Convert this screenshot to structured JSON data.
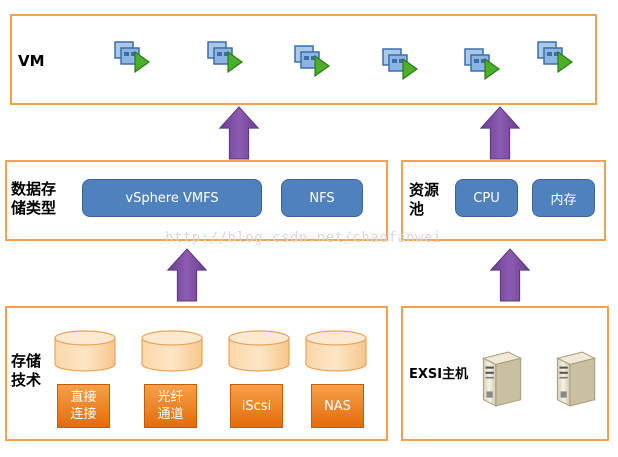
{
  "vm_section": {
    "label": "VM",
    "icons": [
      "vm-icon",
      "vm-icon",
      "vm-icon",
      "vm-icon",
      "vm-icon",
      "vm-icon"
    ]
  },
  "datastore_section": {
    "label_line1": "数据存",
    "label_line2": "储类型",
    "items": [
      "vSphere VMFS",
      "NFS"
    ]
  },
  "resource_section": {
    "label_line1": "资源",
    "label_line2": "池",
    "items": [
      "CPU",
      "内存"
    ]
  },
  "storage_section": {
    "label_line1": "存储",
    "label_line2": "技术",
    "items": [
      {
        "line1": "直接",
        "line2": "连接"
      },
      {
        "line1": "光纤",
        "line2": "通道"
      },
      {
        "line1": "iScsi",
        "line2": ""
      },
      {
        "line1": "NAS",
        "line2": ""
      }
    ]
  },
  "host_section": {
    "label": "EXSI主机"
  },
  "watermark": "http://blog.csdn.net/chaofanwei",
  "colors": {
    "panel_border": "#f0a050",
    "box_blue": "#4f81bd",
    "box_orange": "#e46c0a",
    "arrow_purple": "#7a4a9e"
  }
}
